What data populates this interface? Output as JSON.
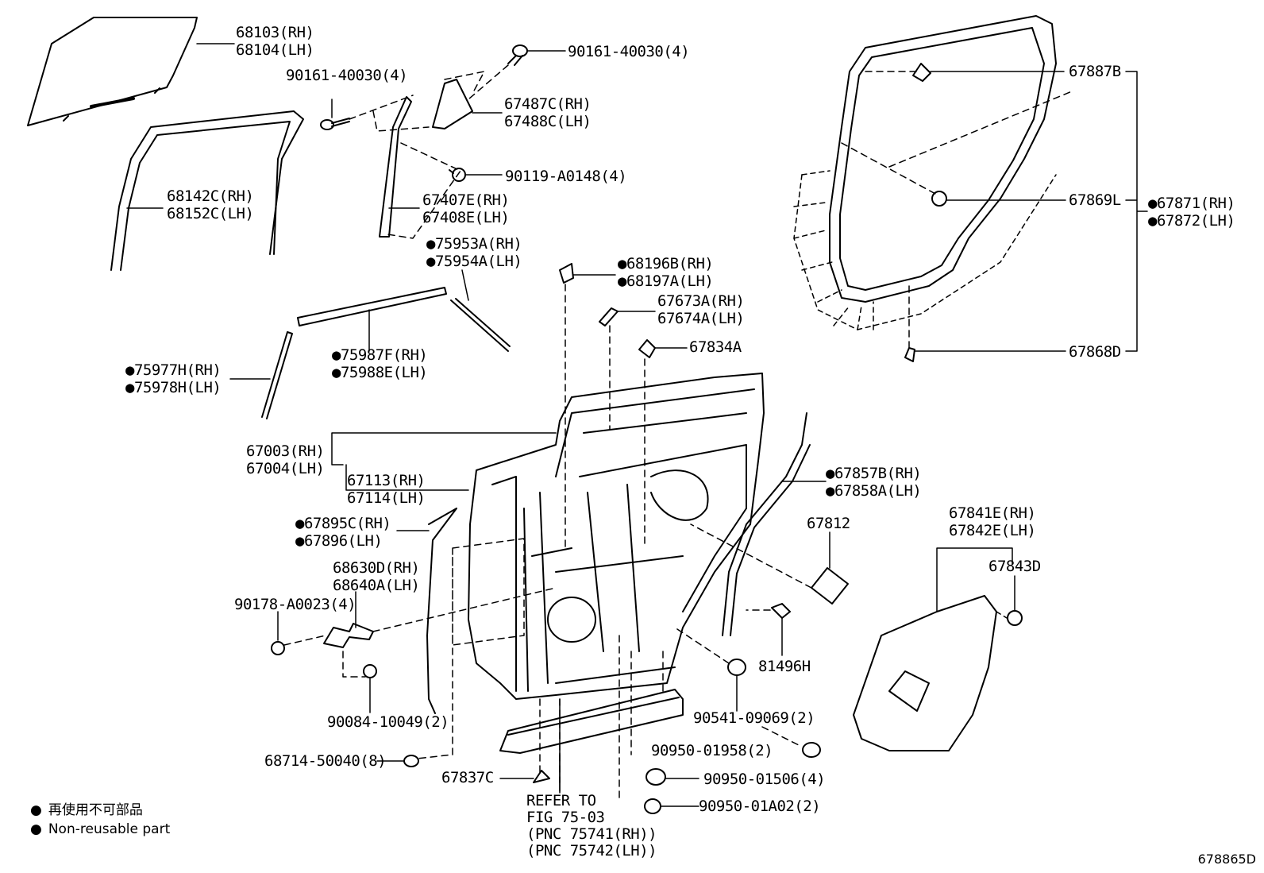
{
  "labels": {
    "glass": [
      "68103(RH)",
      "68104(LH)"
    ],
    "screw_top": "90161-40030(4)",
    "screw_left": "90161-40030(4)",
    "corner_glass": [
      "67487C(RH)",
      "67488C(LH)"
    ],
    "bolt_a0148": "90119-A0148(4)",
    "channel_c": [
      "68142C(RH)",
      "68152C(LH)"
    ],
    "frame_e": [
      "67407E(RH)",
      "67408E(LH)"
    ],
    "molding_a": [
      "●75953A(RH)",
      "●75954A(LH)"
    ],
    "clip_b": [
      "●68196B(RH)",
      "●68197A(LH)"
    ],
    "pad_a": [
      "67673A(RH)",
      "67674A(LH)"
    ],
    "clip_834a": "67834A",
    "molding_f": [
      "●75987F(RH)",
      "●75988E(LH)"
    ],
    "molding_h": [
      "●75977H(RH)",
      "●75978H(LH)"
    ],
    "panel_outer": [
      "67003(RH)",
      "67004(LH)"
    ],
    "panel_inner": [
      "67113(RH)",
      "67114(LH)"
    ],
    "seal_b": [
      "●67857B(RH)",
      "●67858A(LH)"
    ],
    "pad_812": "67812",
    "seal_c": [
      "●67895C(RH)",
      "●67896(LH)"
    ],
    "check": [
      "68630D(RH)",
      "68640A(LH)"
    ],
    "bolt_a0023": "90178-A0023(4)",
    "bolt_10049": "90084-10049(2)",
    "clip_50040": "68714-50040(8)",
    "clip_837c": "67837C",
    "refer": [
      "REFER TO",
      "FIG 75-03",
      "(PNC 75741(RH))",
      "(PNC 75742(LH))"
    ],
    "bumper_496h": "81496H",
    "hole_09069": "90541-09069(2)",
    "plug_01958": "90950-01958(2)",
    "plug_01506": "90950-01506(4)",
    "plug_01a02": "90950-01A02(2)",
    "cover_e": [
      "67841E(RH)",
      "67842E(LH)"
    ],
    "clip_843d": "67843D",
    "clip_887b": "67887B",
    "clip_869l": "67869L",
    "weather": [
      "●67871(RH)",
      "●67872(LH)"
    ],
    "clip_868d": "67868D"
  },
  "legend": {
    "japanese": "再使用不可部品",
    "english": "Non-reusable part"
  },
  "catalog_number": "678865D"
}
